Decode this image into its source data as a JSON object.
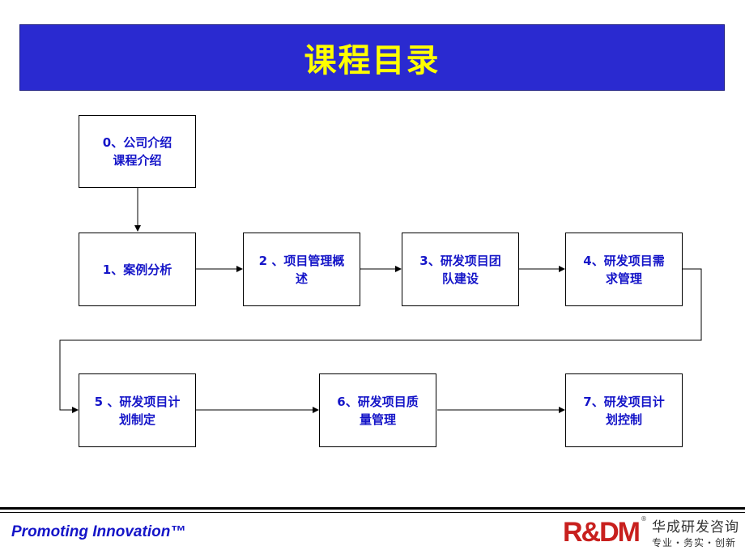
{
  "title": "课程目录",
  "nodes": [
    {
      "id": "n0",
      "label": "0、公司介绍\n课程介绍"
    },
    {
      "id": "n1",
      "label": "1、案例分析"
    },
    {
      "id": "n2",
      "label": "2 、项目管理概\n述"
    },
    {
      "id": "n3",
      "label": "3、研发项目团\n队建设"
    },
    {
      "id": "n4",
      "label": "4、研发项目需\n求管理"
    },
    {
      "id": "n5",
      "label": "5 、研发项目计\n划制定"
    },
    {
      "id": "n6",
      "label": "6、研发项目质\n量管理"
    },
    {
      "id": "n7",
      "label": "7、研发项目计\n划控制"
    }
  ],
  "footer": {
    "slogan": "Promoting Innovation™",
    "logo_mark": "R&DM",
    "logo_reg": "®",
    "logo_name": "华成研发咨询",
    "logo_tagline": "专业・务实・创新"
  },
  "colors": {
    "banner": "#2a2ad0",
    "title": "#ffff00",
    "node_text": "#1515c8",
    "logo_red": "#c8201e"
  }
}
